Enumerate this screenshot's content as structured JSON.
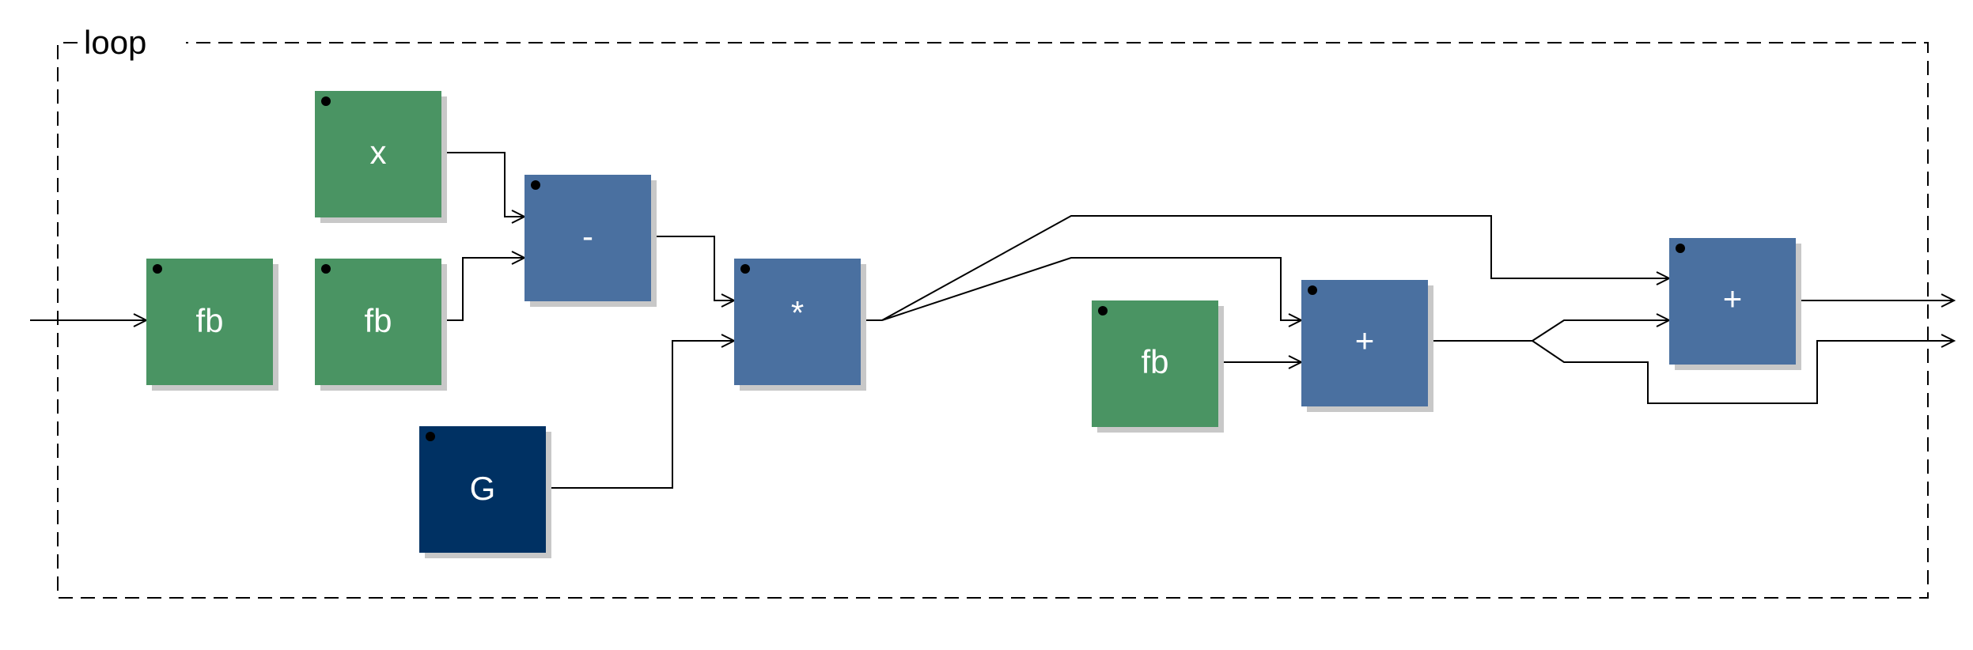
{
  "group": {
    "label": "loop"
  },
  "blocks": {
    "fb_input": {
      "label": "fb",
      "kind": "feedback",
      "color": "#4a9463"
    },
    "x": {
      "label": "x",
      "kind": "input",
      "color": "#4a9463"
    },
    "fb_mid": {
      "label": "fb",
      "kind": "feedback",
      "color": "#4a9463"
    },
    "G": {
      "label": "G",
      "kind": "parameter",
      "color": "#003163"
    },
    "minus": {
      "label": "-",
      "kind": "operator",
      "color": "#4a70a0"
    },
    "mul": {
      "label": "*",
      "kind": "operator",
      "color": "#4a70a0"
    },
    "fb_right": {
      "label": "fb",
      "kind": "feedback",
      "color": "#4a9463"
    },
    "plus1": {
      "label": "+",
      "kind": "operator",
      "color": "#4a70a0"
    },
    "plus2": {
      "label": "+",
      "kind": "operator",
      "color": "#4a70a0"
    }
  },
  "colors": {
    "shadow": "#c8c8c8",
    "wire": "#000000",
    "frame": "#000000"
  }
}
